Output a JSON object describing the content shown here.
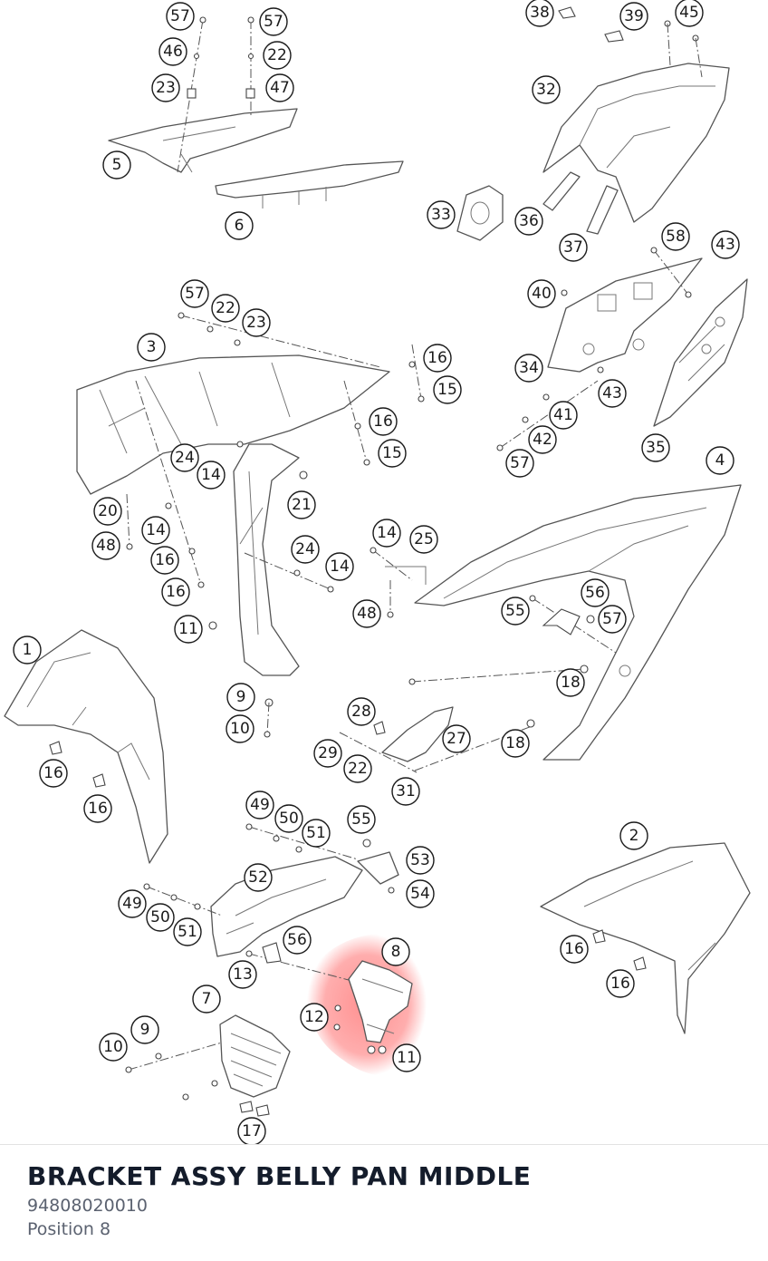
{
  "diagram": {
    "highlight_color": "#ff6b6b",
    "callouts": [
      {
        "id": "c57a",
        "label": "57"
      },
      {
        "id": "c46",
        "label": "46"
      },
      {
        "id": "c23a",
        "label": "23"
      },
      {
        "id": "c57b",
        "label": "57"
      },
      {
        "id": "c22a",
        "label": "22"
      },
      {
        "id": "c47",
        "label": "47"
      },
      {
        "id": "c5",
        "label": "5"
      },
      {
        "id": "c6",
        "label": "6"
      },
      {
        "id": "c38",
        "label": "38"
      },
      {
        "id": "c39",
        "label": "39"
      },
      {
        "id": "c45",
        "label": "45"
      },
      {
        "id": "c32",
        "label": "32"
      },
      {
        "id": "c33",
        "label": "33"
      },
      {
        "id": "c36",
        "label": "36"
      },
      {
        "id": "c37",
        "label": "37"
      },
      {
        "id": "c58",
        "label": "58"
      },
      {
        "id": "c43a",
        "label": "43"
      },
      {
        "id": "c40",
        "label": "40"
      },
      {
        "id": "c34",
        "label": "34"
      },
      {
        "id": "c43b",
        "label": "43"
      },
      {
        "id": "c41",
        "label": "41"
      },
      {
        "id": "c42",
        "label": "42"
      },
      {
        "id": "c57c",
        "label": "57"
      },
      {
        "id": "c35",
        "label": "35"
      },
      {
        "id": "c57d",
        "label": "57"
      },
      {
        "id": "c22b",
        "label": "22"
      },
      {
        "id": "c23b",
        "label": "23"
      },
      {
        "id": "c3",
        "label": "3"
      },
      {
        "id": "c16a",
        "label": "16"
      },
      {
        "id": "c15a",
        "label": "15"
      },
      {
        "id": "c16b",
        "label": "16"
      },
      {
        "id": "c15b",
        "label": "15"
      },
      {
        "id": "c24a",
        "label": "24"
      },
      {
        "id": "c14a",
        "label": "14"
      },
      {
        "id": "c21",
        "label": "21"
      },
      {
        "id": "c20",
        "label": "20"
      },
      {
        "id": "c14b",
        "label": "14"
      },
      {
        "id": "c48a",
        "label": "48"
      },
      {
        "id": "c16c",
        "label": "16"
      },
      {
        "id": "c16d",
        "label": "16"
      },
      {
        "id": "c24b",
        "label": "24"
      },
      {
        "id": "c14c",
        "label": "14"
      },
      {
        "id": "c11a",
        "label": "11"
      },
      {
        "id": "c4",
        "label": "4"
      },
      {
        "id": "c14d",
        "label": "14"
      },
      {
        "id": "c25",
        "label": "25"
      },
      {
        "id": "c48b",
        "label": "48"
      },
      {
        "id": "c56a",
        "label": "56"
      },
      {
        "id": "c55a",
        "label": "55"
      },
      {
        "id": "c57e",
        "label": "57"
      },
      {
        "id": "c1",
        "label": "1"
      },
      {
        "id": "c9a",
        "label": "9"
      },
      {
        "id": "c10a",
        "label": "10"
      },
      {
        "id": "c18a",
        "label": "18"
      },
      {
        "id": "c28",
        "label": "28"
      },
      {
        "id": "c27",
        "label": "27"
      },
      {
        "id": "c18b",
        "label": "18"
      },
      {
        "id": "c29",
        "label": "29"
      },
      {
        "id": "c22c",
        "label": "22"
      },
      {
        "id": "c31",
        "label": "31"
      },
      {
        "id": "c16e",
        "label": "16"
      },
      {
        "id": "c16f",
        "label": "16"
      },
      {
        "id": "c49a",
        "label": "49"
      },
      {
        "id": "c50a",
        "label": "50"
      },
      {
        "id": "c51a",
        "label": "51"
      },
      {
        "id": "c55b",
        "label": "55"
      },
      {
        "id": "c53",
        "label": "53"
      },
      {
        "id": "c52",
        "label": "52"
      },
      {
        "id": "c54",
        "label": "54"
      },
      {
        "id": "c49b",
        "label": "49"
      },
      {
        "id": "c50b",
        "label": "50"
      },
      {
        "id": "c51b",
        "label": "51"
      },
      {
        "id": "c56b",
        "label": "56"
      },
      {
        "id": "c13",
        "label": "13"
      },
      {
        "id": "c8",
        "label": "8"
      },
      {
        "id": "c7",
        "label": "7"
      },
      {
        "id": "c12",
        "label": "12"
      },
      {
        "id": "c9b",
        "label": "9"
      },
      {
        "id": "c10b",
        "label": "10"
      },
      {
        "id": "c11b",
        "label": "11"
      },
      {
        "id": "c17",
        "label": "17"
      },
      {
        "id": "c2",
        "label": "2"
      },
      {
        "id": "c16g",
        "label": "16"
      },
      {
        "id": "c16h",
        "label": "16"
      }
    ]
  },
  "part_info": {
    "title": "BRACKET ASSY BELLY PAN MIDDLE",
    "part_number": "94808020010",
    "position": "Position 8"
  }
}
